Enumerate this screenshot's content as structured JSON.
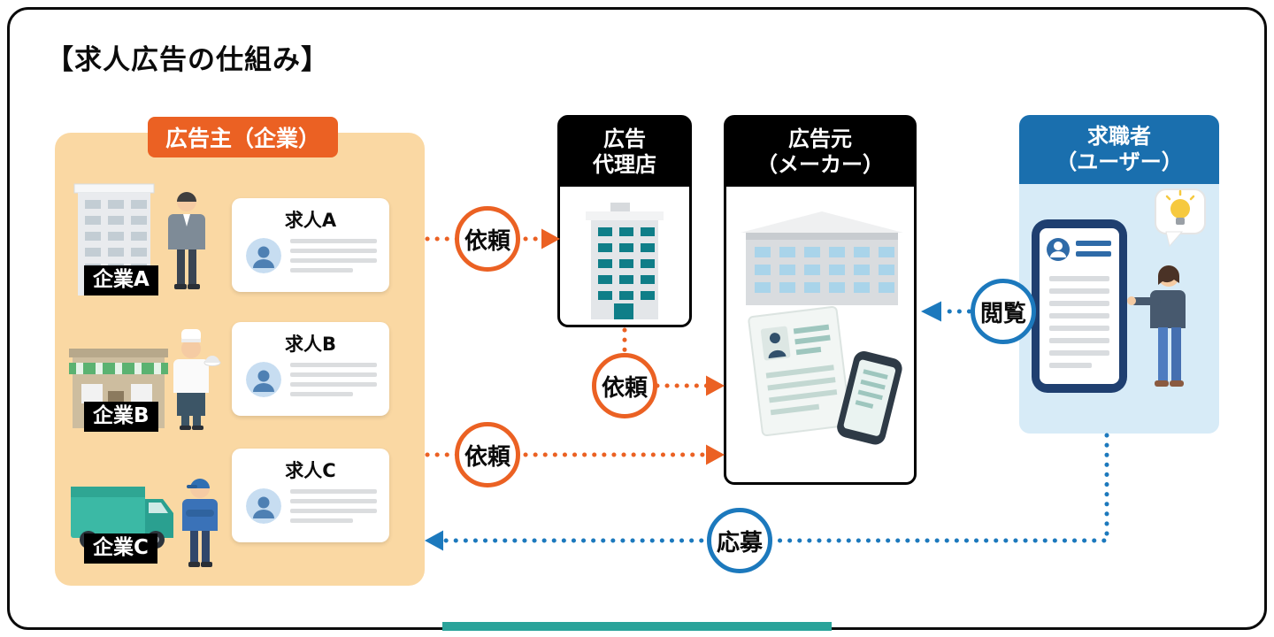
{
  "title": "【求人広告の仕組み】",
  "advertiser": {
    "header": "広告主（企業）",
    "companies": [
      {
        "label": "企業A",
        "card_title": "求人A"
      },
      {
        "label": "企業B",
        "card_title": "求人B"
      },
      {
        "label": "企業C",
        "card_title": "求人C"
      }
    ]
  },
  "agency": {
    "line1": "広告",
    "line2": "代理店"
  },
  "maker": {
    "line1": "広告元",
    "line2": "（メーカー）"
  },
  "seeker": {
    "line1": "求職者",
    "line2": "（ユーザー）"
  },
  "arrows": {
    "request_to_agency": "依頼",
    "request_agency_to_maker": "依頼",
    "request_direct_to_maker": "依頼",
    "view": "閲覧",
    "apply": "応募"
  },
  "icons": {
    "company_a": "office-building-with-businessman",
    "company_b": "shop-with-chef",
    "company_c": "truck-with-driver",
    "agency": "teal-office-building",
    "maker": "large-building-with-flyer-and-phone",
    "seeker": "smartphone-with-user-and-idea-bulb",
    "job_card_avatar": "person-avatar"
  },
  "colors": {
    "orange": "#EB6123",
    "blue": "#1C79BD",
    "advertiser_bg": "#FAD8A3",
    "seeker_bg": "#D7EBF7",
    "seeker_header": "#1A6FAE",
    "node_header": "#000000",
    "accent_teal": "#2AA39A"
  }
}
